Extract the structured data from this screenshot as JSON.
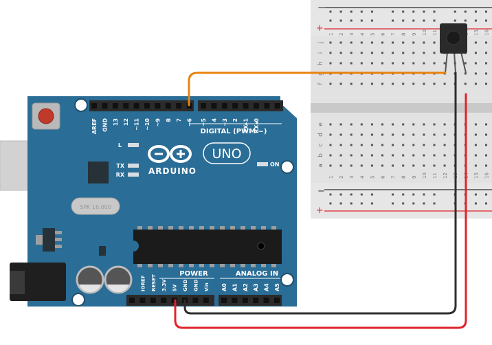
{
  "board": {
    "brand": "ARDUINO",
    "model": "UNO",
    "digital_label": "DIGITAL (PWM ~)",
    "power_label": "POWER",
    "analog_label": "ANALOG IN",
    "on_label": "ON",
    "led_l": "L",
    "led_tx": "TX",
    "led_rx": "RX",
    "crystal": "SPK 16.000",
    "digital_pins": [
      "AREF",
      "GND",
      "13",
      "12",
      "~11",
      "~10",
      "~9",
      "8",
      "7",
      "~6",
      "~5",
      "4",
      "~3",
      "2",
      "TX▸1",
      "RX◂0"
    ],
    "power_pins": [
      "IOREF",
      "RESET",
      "3.3V",
      "5V",
      "GND",
      "GND",
      "Vin"
    ],
    "analog_pins": [
      "A0",
      "A1",
      "A2",
      "A3",
      "A4",
      "A5"
    ],
    "colors": {
      "pcb": "#2a6d96",
      "header": "#2b2b2b",
      "chip": "#222222"
    }
  },
  "breadboard": {
    "rail_minus": "−",
    "rail_plus": "+",
    "row_letters_top": [
      "j",
      "i",
      "h",
      "g",
      "f"
    ],
    "row_letters_bottom": [
      "e",
      "d",
      "c",
      "b",
      "a"
    ],
    "column_numbers": [
      "1",
      "2",
      "3",
      "4",
      "5",
      "6",
      "7",
      "8",
      "9",
      "10",
      "11",
      "12",
      "13",
      "14",
      "15",
      "16"
    ]
  },
  "wires": {
    "signal_color": "#e8830f",
    "ground_color": "#2d2d2d",
    "power_color": "#e0222b"
  }
}
